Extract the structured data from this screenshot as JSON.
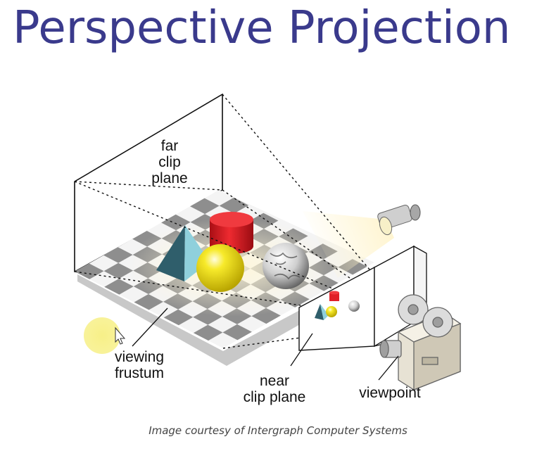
{
  "title": "Perspective Projection",
  "labels": {
    "far_clip_plane": [
      "far",
      "clip",
      "plane"
    ],
    "viewing_frustum": [
      "viewing",
      "frustum"
    ],
    "near_clip_plane": [
      "near",
      "clip plane"
    ],
    "viewpoint": "viewpoint"
  },
  "caption": "Image courtesy of Intergraph Computer Systems",
  "colors": {
    "title": "#3a3a8c",
    "cone": "#e01f27",
    "sphere": "#f2e21a",
    "pyramid": "#4fa3b5",
    "checker_dark": "#8e8e8e",
    "checker_light": "#f4f4f4",
    "cursor_highlight": "#f7f088"
  },
  "icons": [
    "spotlight-icon",
    "movie-camera-icon",
    "mouse-cursor-icon"
  ]
}
